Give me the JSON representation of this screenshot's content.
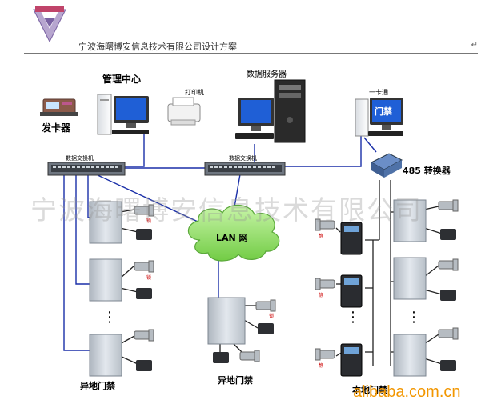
{
  "header": {
    "company_line": "宁波海曙博安信息技术有限公司设计方案",
    "end_mark": "↵"
  },
  "watermark": "宁波海曙博安信息技术有限公司",
  "labels": {
    "management_center": "管理中心",
    "card_issuer": "发卡器",
    "printer": "打印机",
    "data_server": "数据服务器",
    "one_card": "一卡通",
    "door_label": "门禁",
    "switch_a": "数据交换机",
    "switch_b": "数据交换机",
    "converter": "485 转换器",
    "lan": "LAN 网",
    "remote_access_left": "异地门禁",
    "remote_access_center": "异地门禁",
    "local_access": "本地门禁",
    "dots": "⋮",
    "lock_small": "锁",
    "exit_small": "静"
  },
  "footer": {
    "site_mark": "alibaba.com.cn"
  },
  "colors": {
    "net_line": "#1a2fa8",
    "black_line": "#222222",
    "cloud_fill": "#9fe07a",
    "cabinet": "#c9d1d9",
    "switch": "#6e7680",
    "screen": "#1f5fd6",
    "accent_orange": "#f29600"
  }
}
